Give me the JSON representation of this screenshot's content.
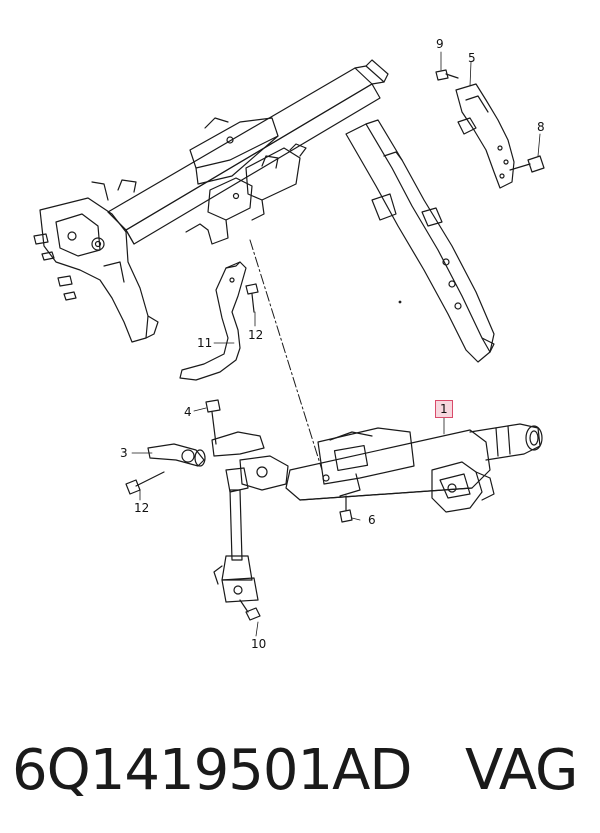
{
  "callouts": [
    {
      "id": "1",
      "label": "1",
      "highlighted": true
    },
    {
      "id": "3",
      "label": "3"
    },
    {
      "id": "4",
      "label": "4"
    },
    {
      "id": "5",
      "label": "5"
    },
    {
      "id": "6",
      "label": "6"
    },
    {
      "id": "8",
      "label": "8"
    },
    {
      "id": "9",
      "label": "9"
    },
    {
      "id": "10",
      "label": "10"
    },
    {
      "id": "11",
      "label": "11"
    },
    {
      "id": "12a",
      "label": "12"
    },
    {
      "id": "12b",
      "label": "12"
    }
  ],
  "caption": {
    "part_number": "6Q1419501AD",
    "brand": "VAG"
  },
  "colors": {
    "line": "#1a1a1a",
    "highlight_border": "#d94b6a",
    "highlight_fill": "#f7d7de"
  }
}
